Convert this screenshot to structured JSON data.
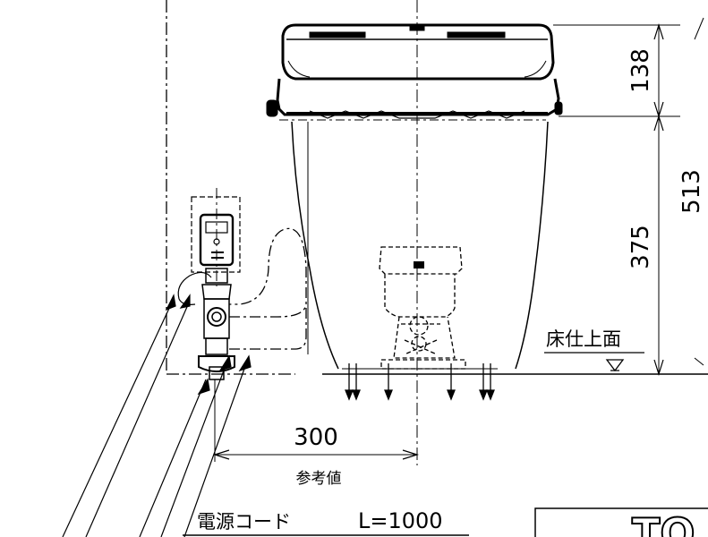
{
  "dimensions": {
    "lid_height": "138",
    "total_height": "513",
    "bowl_height": "375",
    "offset_horizontal": "300"
  },
  "labels": {
    "floor_finish": "床仕上面",
    "reference_value": "参考値",
    "power_cord": "電源コード",
    "cord_length": "L=1000",
    "logo_partial": "TO"
  }
}
